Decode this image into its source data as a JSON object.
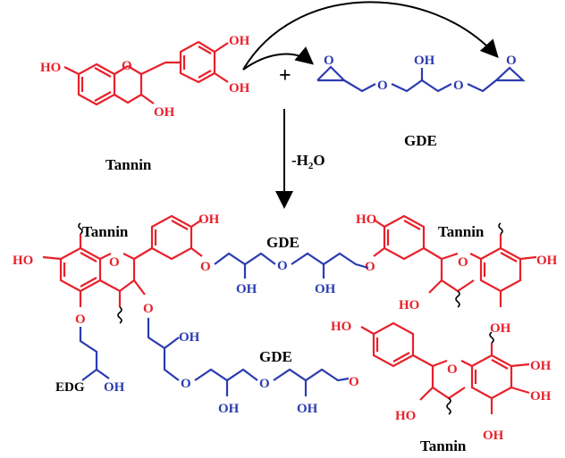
{
  "labels": {
    "tannin": "Tannin",
    "gde": "GDE",
    "plus": "+",
    "minus_water": "-H",
    "water_sub": "2",
    "water_o": "O",
    "oh": "OH",
    "ho": "HO",
    "o": "O",
    "edg": "EDG"
  },
  "colors": {
    "tannin": "#e8202a",
    "gde": "#2b3bb0",
    "text": "#000000"
  }
}
